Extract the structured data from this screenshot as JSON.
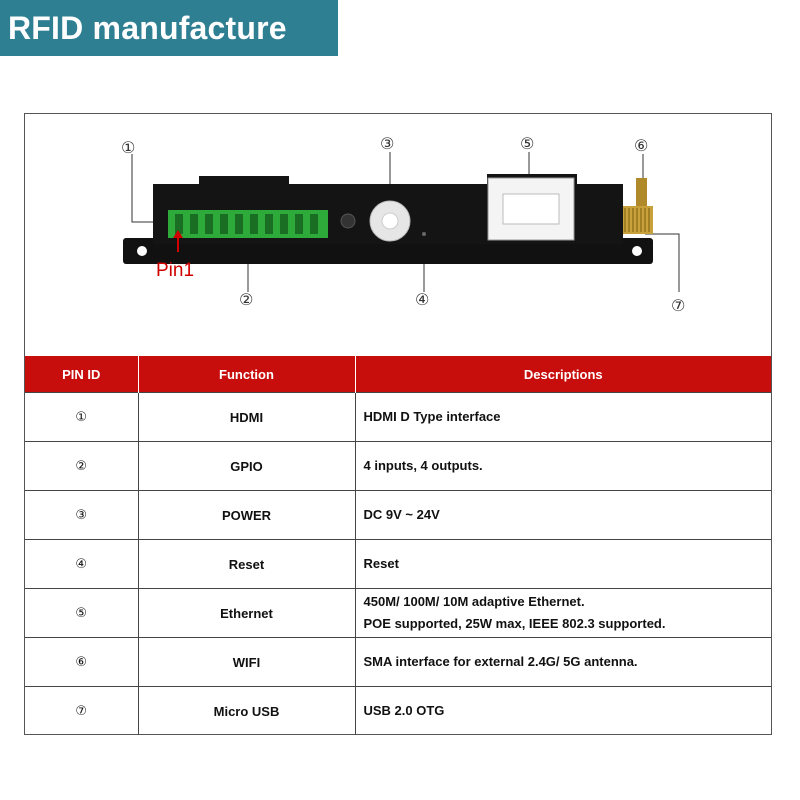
{
  "banner": {
    "title": "RFID manufacture"
  },
  "diagram": {
    "callouts": [
      "①",
      "②",
      "③",
      "④",
      "⑤",
      "⑥",
      "⑦"
    ],
    "pin_label": "Pin1"
  },
  "table": {
    "headers": [
      "PIN ID",
      "Function",
      "Descriptions"
    ],
    "rows": [
      {
        "pin": "①",
        "function": "HDMI",
        "desc": [
          "HDMI D Type interface"
        ]
      },
      {
        "pin": "②",
        "function": "GPIO",
        "desc": [
          "4 inputs, 4 outputs."
        ]
      },
      {
        "pin": "③",
        "function": "POWER",
        "desc": [
          "DC 9V ~ 24V"
        ]
      },
      {
        "pin": "④",
        "function": "Reset",
        "desc": [
          "Reset"
        ]
      },
      {
        "pin": "⑤",
        "function": "Ethernet",
        "desc": [
          "450M/ 100M/ 10M adaptive Ethernet.",
          "POE supported, 25W max, IEEE 802.3 supported."
        ]
      },
      {
        "pin": "⑥",
        "function": "WIFI",
        "desc": [
          "SMA interface for external 2.4G/ 5G antenna."
        ]
      },
      {
        "pin": "⑦",
        "function": "Micro USB",
        "desc": [
          "USB 2.0 OTG"
        ]
      }
    ]
  },
  "colors": {
    "banner": "#2f7f93",
    "header": "#c80d0d",
    "terminal_green": "#2eaa3a"
  }
}
